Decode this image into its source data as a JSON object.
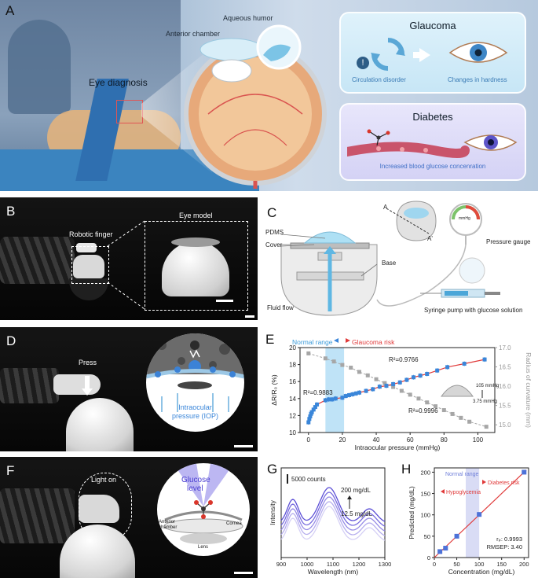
{
  "panels": {
    "A": {
      "label": "A",
      "eye_diagnosis": "Eye diagnosis",
      "anterior_chamber": "Anterior chamber",
      "aqueous_humor": "Aqueous humor",
      "glaucoma": {
        "title": "Glaucoma",
        "warning": "!",
        "circulation": "Circulation disorder",
        "hardness": "Changes in hardness"
      },
      "diabetes": {
        "title": "Diabetes",
        "caption": "Increased blood glucose concenration"
      }
    },
    "B": {
      "label": "B",
      "robotic_finger": "Robotic finger",
      "eye_model": "Eye model"
    },
    "C": {
      "label": "C",
      "pdms": "PDMS",
      "cover": "Cover",
      "base": "Base",
      "fluid_flow": "Fluid flow",
      "section_a": "A",
      "section_a_prime": "A'",
      "gauge": "Pressure gauge",
      "gauge_unit": "mmHg",
      "syringe": "Syringe pump with glucose solution"
    },
    "D": {
      "label": "D",
      "press": "Press",
      "iop_line1": "Intraocular",
      "iop_line2": "pressure (IOP)"
    },
    "F": {
      "label": "F",
      "light_on": "Light on",
      "glucose_line1": "Glucose",
      "glucose_line2": "level",
      "anterior_line1": "Anterior",
      "anterior_line2": "chamber",
      "cornea": "Cornea",
      "lens": "Lens"
    }
  },
  "chart_data": [
    {
      "panel": "E",
      "type": "scatter",
      "xlabel": "Intraocular pressure (mmHg)",
      "ylabel_left": "ΔR/R₀ (%)",
      "ylabel_right": "Radius of curvature (mm)",
      "xlim": [
        -5,
        110
      ],
      "xticks": [
        0,
        20,
        40,
        60,
        80,
        100
      ],
      "ylim_left": [
        10,
        20
      ],
      "yticks_left": [
        10,
        12,
        14,
        16,
        18,
        20
      ],
      "ylim_right": [
        14.8,
        17.0
      ],
      "yticks_right": [
        15.0,
        15.5,
        16.0,
        16.5,
        17.0
      ],
      "normal_range": [
        10,
        21
      ],
      "normal_label": "Normal range",
      "risk_label": "Glaucoma risk",
      "colors": {
        "resistance": "#3a86d9",
        "radius": "#a6a6a6",
        "fit": "#e03a3a",
        "band": "#bfe3f7"
      },
      "series": [
        {
          "axis": "left",
          "x": [
            0,
            0.5,
            1,
            1.5,
            2,
            3,
            4,
            5,
            10,
            12,
            14,
            16,
            20,
            22,
            24,
            26,
            28,
            30,
            34,
            38,
            42,
            46,
            50,
            54,
            58,
            62,
            66,
            70,
            76,
            82,
            92,
            104
          ],
          "y": [
            11.2,
            11.6,
            11.9,
            12.2,
            12.4,
            12.7,
            13.0,
            13.3,
            13.8,
            13.9,
            13.9,
            14.0,
            14.1,
            14.3,
            14.4,
            14.5,
            14.6,
            14.7,
            14.9,
            15.1,
            15.4,
            15.5,
            15.7,
            15.9,
            16.2,
            16.5,
            16.7,
            16.9,
            17.3,
            17.7,
            18.1,
            18.6
          ]
        },
        {
          "axis": "right",
          "x": [
            0,
            10,
            15,
            20,
            25,
            30,
            35,
            40,
            45,
            50,
            55,
            60,
            65,
            70,
            75,
            80,
            85,
            90,
            95,
            105
          ],
          "y": [
            16.85,
            16.72,
            16.64,
            16.55,
            16.48,
            16.37,
            16.28,
            16.18,
            16.08,
            15.98,
            15.88,
            15.78,
            15.68,
            15.58,
            15.48,
            15.38,
            15.28,
            15.18,
            15.08,
            14.95
          ]
        }
      ],
      "annotations": {
        "r2_left_low": "R²=0.9883",
        "r2_left_high": "R²=0.9766",
        "r2_right": "R²=0.9996",
        "inset_top": "105 mmHg",
        "inset_bottom": "3.75 mmHg"
      }
    },
    {
      "panel": "G",
      "type": "line",
      "xlabel": "Wavelength (nm)",
      "ylabel": "Intensity",
      "xlim": [
        900,
        1300
      ],
      "xticks": [
        900,
        1000,
        1100,
        1200,
        1300
      ],
      "scale_bar": "5000 counts",
      "top_label": "200 mg/dL",
      "bottom_label": "12.5 mg/dL",
      "concentrations": [
        12.5,
        25,
        50,
        100,
        200
      ],
      "color_range": [
        "#c9c4f2",
        "#5c4fd6"
      ]
    },
    {
      "panel": "H",
      "type": "scatter",
      "xlabel": "Concentration (mg/dL)",
      "ylabel": "Predicted (mg/dL)",
      "xlim": [
        0,
        210
      ],
      "ylim": [
        0,
        210
      ],
      "xticks": [
        0,
        50,
        100,
        150,
        200
      ],
      "yticks": [
        0,
        50,
        100,
        150,
        200
      ],
      "x": [
        12.5,
        25,
        50,
        100,
        200
      ],
      "y": [
        14,
        22,
        50,
        101,
        200
      ],
      "normal_range": [
        70,
        100
      ],
      "normal_label": "Normal range",
      "diabetes_label": "Diabetes risk",
      "hypo_label": "Hypoglycemia",
      "rp": "rₚ: 0.9993",
      "rmsep": "RMSEP: 3.40",
      "colors": {
        "point": "#4d72d8",
        "fit": "#e03a3a",
        "band": "#d9dcf5"
      }
    }
  ],
  "labels": {
    "E": "E",
    "G": "G",
    "H": "H"
  }
}
